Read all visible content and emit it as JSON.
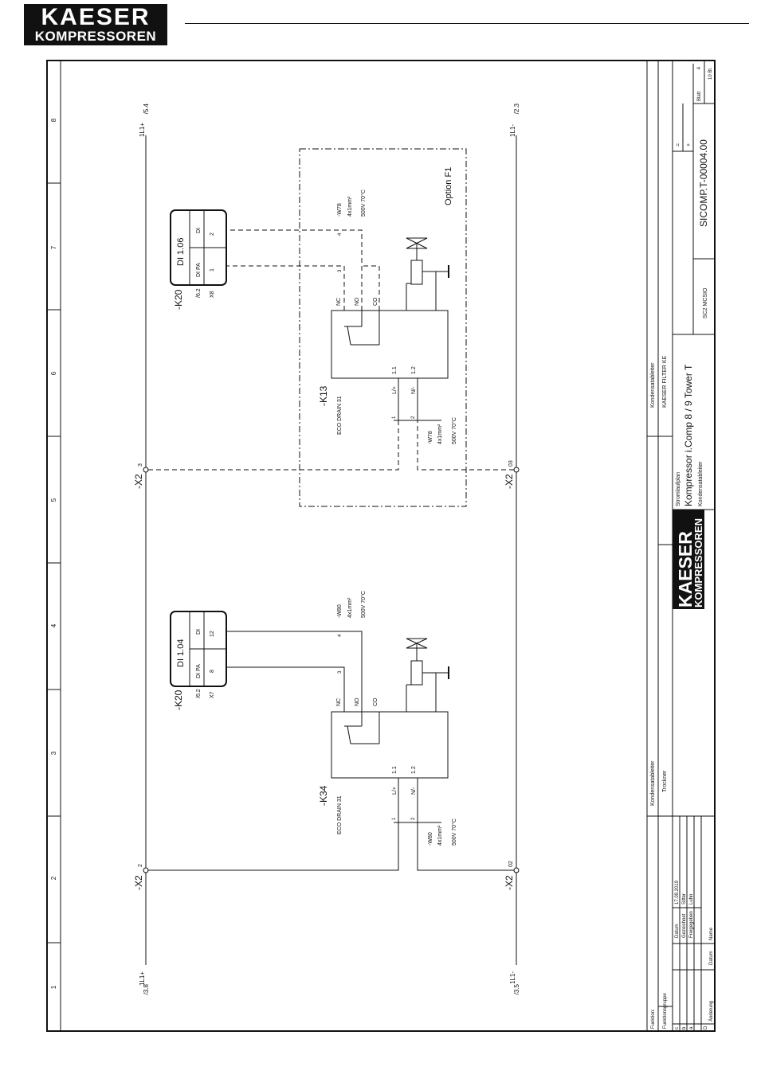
{
  "header": {
    "logo_line1": "KAESER",
    "logo_line2": "KOMPRESSOREN"
  },
  "grid": {
    "columns": [
      "1",
      "2",
      "3",
      "4",
      "5",
      "6",
      "7",
      "8"
    ]
  },
  "potentials": {
    "l_top_label": "1L1+",
    "l_top_ref_right": "/5.4",
    "l_top_ref_left": "/3.8",
    "n_bottom_label": "1L1-",
    "n_bottom_ref_right": "/2.3",
    "n_bottom_ref_left": "/3.5"
  },
  "terminals": {
    "x2_a": {
      "name": "-X2",
      "num": "2"
    },
    "x2_b": {
      "name": "-X2",
      "num": "02"
    },
    "x2_c": {
      "name": "-X2",
      "num": "3"
    },
    "x2_d": {
      "name": "-X2",
      "num": "03"
    }
  },
  "circuit_left": {
    "drain_tag": "-K34",
    "drain_type": "ECO DRAIN 31",
    "pins": {
      "nc": "NC",
      "no": "NO",
      "co": "CO",
      "p11": "1.1",
      "p12": "1.2",
      "lp": "L/+",
      "nm": "N/-"
    },
    "cable_top": {
      "tag": "-W80",
      "spec": "4x1mm²",
      "rating": "500V 70°C"
    },
    "cable_bottom": {
      "tag": "-W80",
      "spec": "4x1mm²",
      "rating": "500V 70°C"
    },
    "wire_nums": {
      "t3": "3",
      "t4": "4",
      "b1": "1",
      "b2": "2"
    },
    "module": {
      "tag": "-K20",
      "ref": "/6.2",
      "conn": "X7",
      "title": "DI 1.04",
      "col1": "DI PA",
      "col2": "DI",
      "pin1": "8",
      "pin2": "12"
    }
  },
  "circuit_right": {
    "drain_tag": "-K13",
    "drain_type": "ECO DRAIN 31",
    "pins": {
      "nc": "NC",
      "no": "NO",
      "co": "CO",
      "p11": "1.1",
      "p12": "1.2",
      "lp": "L/+",
      "nm": "N/-"
    },
    "cable_top": {
      "tag": "-W78",
      "spec": "4x1mm²",
      "rating": "500V 70°C"
    },
    "cable_bottom": {
      "tag": "-W78",
      "spec": "4x1mm²",
      "rating": "500V 70°C"
    },
    "wire_nums": {
      "t3": "3",
      "t4": "4",
      "b1": "1",
      "b2": "2"
    },
    "module": {
      "tag": "-K20",
      "ref": "/6.2",
      "conn": "X8",
      "title": "DI 1.06",
      "col1": "DI PA",
      "col2": "DI",
      "pin1": "1",
      "pin2": "2"
    },
    "option_label": "Option F1"
  },
  "title_block": {
    "funktion": "Funktion:",
    "funktionsgruppe": "Funktionsgruppe",
    "group_a_title": "Kondensatableiter",
    "group_a_sub": "Trockner",
    "group_b_title": "Kondensatableiter",
    "group_b_sub": "KAESER FILTER KE",
    "rev_rows": [
      "c",
      "b",
      "a"
    ],
    "rev_header": {
      "letter": "D",
      "change": "Änderung",
      "date": "Datum",
      "name": "Name"
    },
    "meta": {
      "datum_label": "Datum",
      "datum_value": "17.09.2019",
      "gezeichnet_label": "Gezeichnet",
      "gezeichnet_value": "Sitter",
      "freigegeben_label": "Freigegeben",
      "freigegeben_value": "Luhn"
    },
    "logo_line1": "KAESER",
    "logo_line2": "KOMPRESSOREN",
    "plan_type": "Stromlaufplan",
    "title": "Kompressor i.Comp 8 / 9 Tower T",
    "subtitle": "Kondensatableiter",
    "module": "SC2 MCSIO",
    "eq_sign": "=",
    "plus_sign": "+",
    "doc_no": "SICOMP.T-00004.00",
    "sheet_label": "Blatt",
    "sheet_no": "4",
    "sheet_count": "10 Bl."
  }
}
